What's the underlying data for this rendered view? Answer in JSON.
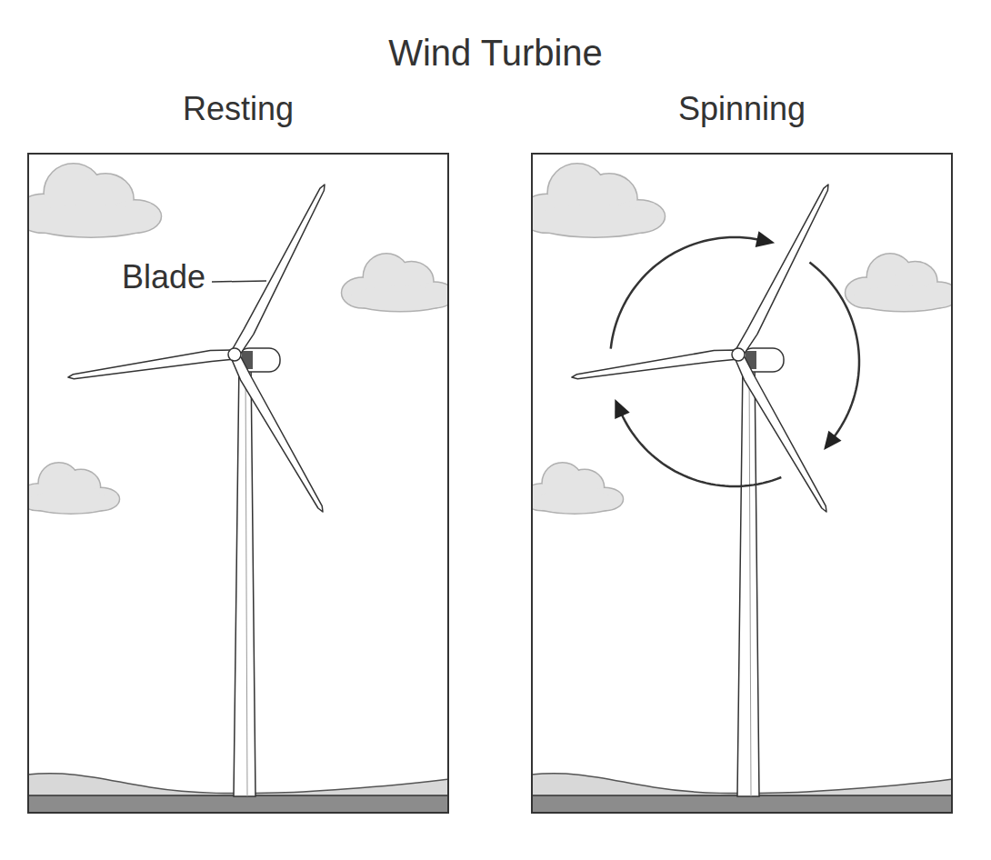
{
  "diagram": {
    "title": "Wind Turbine",
    "nodes": [
      {
        "text": [
          "Resting",
          "Blade"
        ]
      },
      {
        "text": [
          "Spinning"
        ]
      }
    ]
  }
}
